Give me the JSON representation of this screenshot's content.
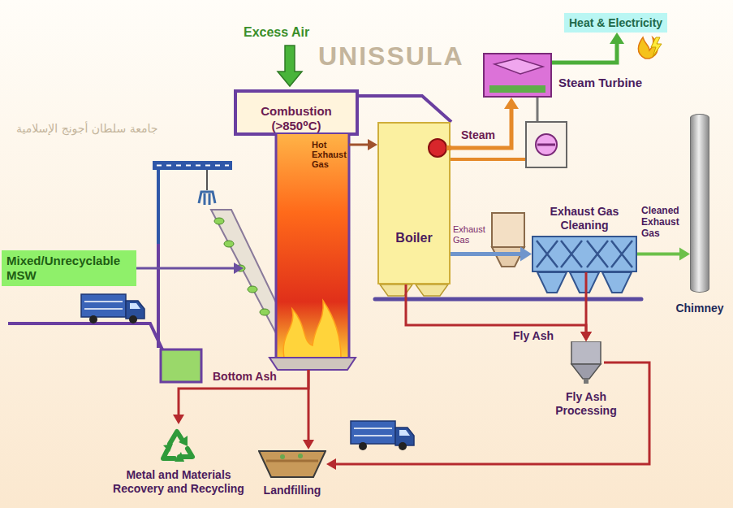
{
  "diagram": {
    "nodes": [
      {
        "text": [
          "Mixed/Unrecyclable MSW"
        ]
      },
      {
        "text": [
          "Combustion (>850⁰C)"
        ]
      },
      {
        "text": [
          "Boiler"
        ]
      },
      {
        "text": [
          "Steam Turbine"
        ]
      },
      {
        "text": [
          "Heat & Electricity"
        ]
      },
      {
        "text": [
          "Exhaust Gas Cleaning"
        ]
      },
      {
        "text": [
          "Chimney"
        ]
      },
      {
        "text": [
          "Fly Ash Processing"
        ]
      },
      {
        "text": [
          "Landfilling"
        ]
      },
      {
        "text": [
          "Metal and Materials Recovery and Recycling"
        ]
      }
    ],
    "edges": [
      {
        "from": 0,
        "to": 1,
        "arrow": "to"
      },
      {
        "from": 1,
        "to": 2,
        "label": "Hot Exhaust Gas",
        "arrow": "to"
      },
      {
        "from": 2,
        "to": 3,
        "label": "Steam",
        "arrow": "to"
      },
      {
        "from": 3,
        "to": 4,
        "arrow": "to"
      },
      {
        "from": 2,
        "to": 5,
        "label": "Exhaust Gas",
        "arrow": "to"
      },
      {
        "from": 5,
        "to": 6,
        "label": "Cleaned Exhaust Gas",
        "arrow": "to"
      },
      {
        "from": 2,
        "to": 7,
        "arrow": "to"
      },
      {
        "from": 5,
        "to": 7,
        "label": "Fly Ash",
        "arrow": "to"
      },
      {
        "from": 7,
        "to": 8,
        "arrow": "to"
      },
      {
        "from": 1,
        "to": 9,
        "label": "Bottom Ash",
        "arrow": "to"
      },
      {
        "from": 1,
        "to": 8,
        "arrow": "to"
      }
    ],
    "labels": [
      "Excess Air",
      "UNISSULA",
      "جامعة سلطان أجونج الإسلامية"
    ]
  }
}
